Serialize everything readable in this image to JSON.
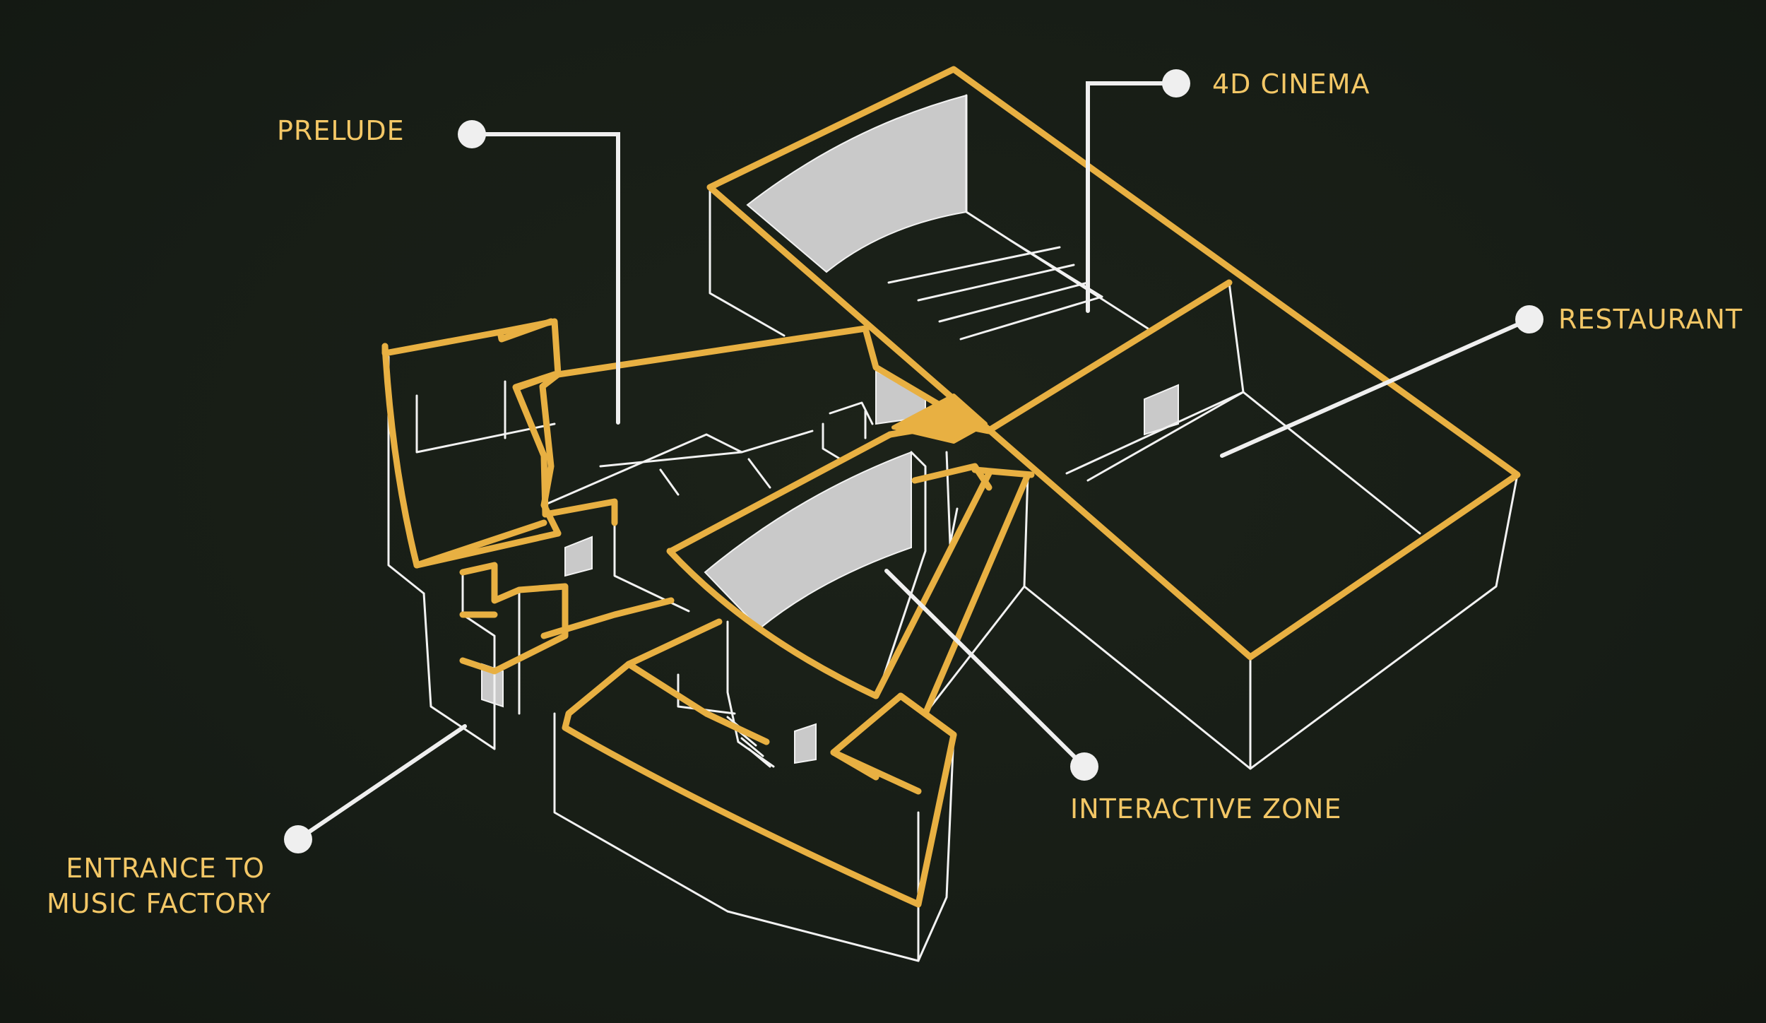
{
  "colors": {
    "background": "#171d16",
    "outline_gold": "#e8b042",
    "sketch_white": "#f2f2f2",
    "screen_grey": "#c9c9c9",
    "label_text": "#f3c766"
  },
  "labels": {
    "prelude": "PRELUDE",
    "cinema_4d": "4D CINEMA",
    "restaurant": "RESTAURANT",
    "interactive_zone": "INTERACTIVE ZONE",
    "entrance_line1": "ENTRANCE TO",
    "entrance_line2": "MUSIC FACTORY"
  }
}
